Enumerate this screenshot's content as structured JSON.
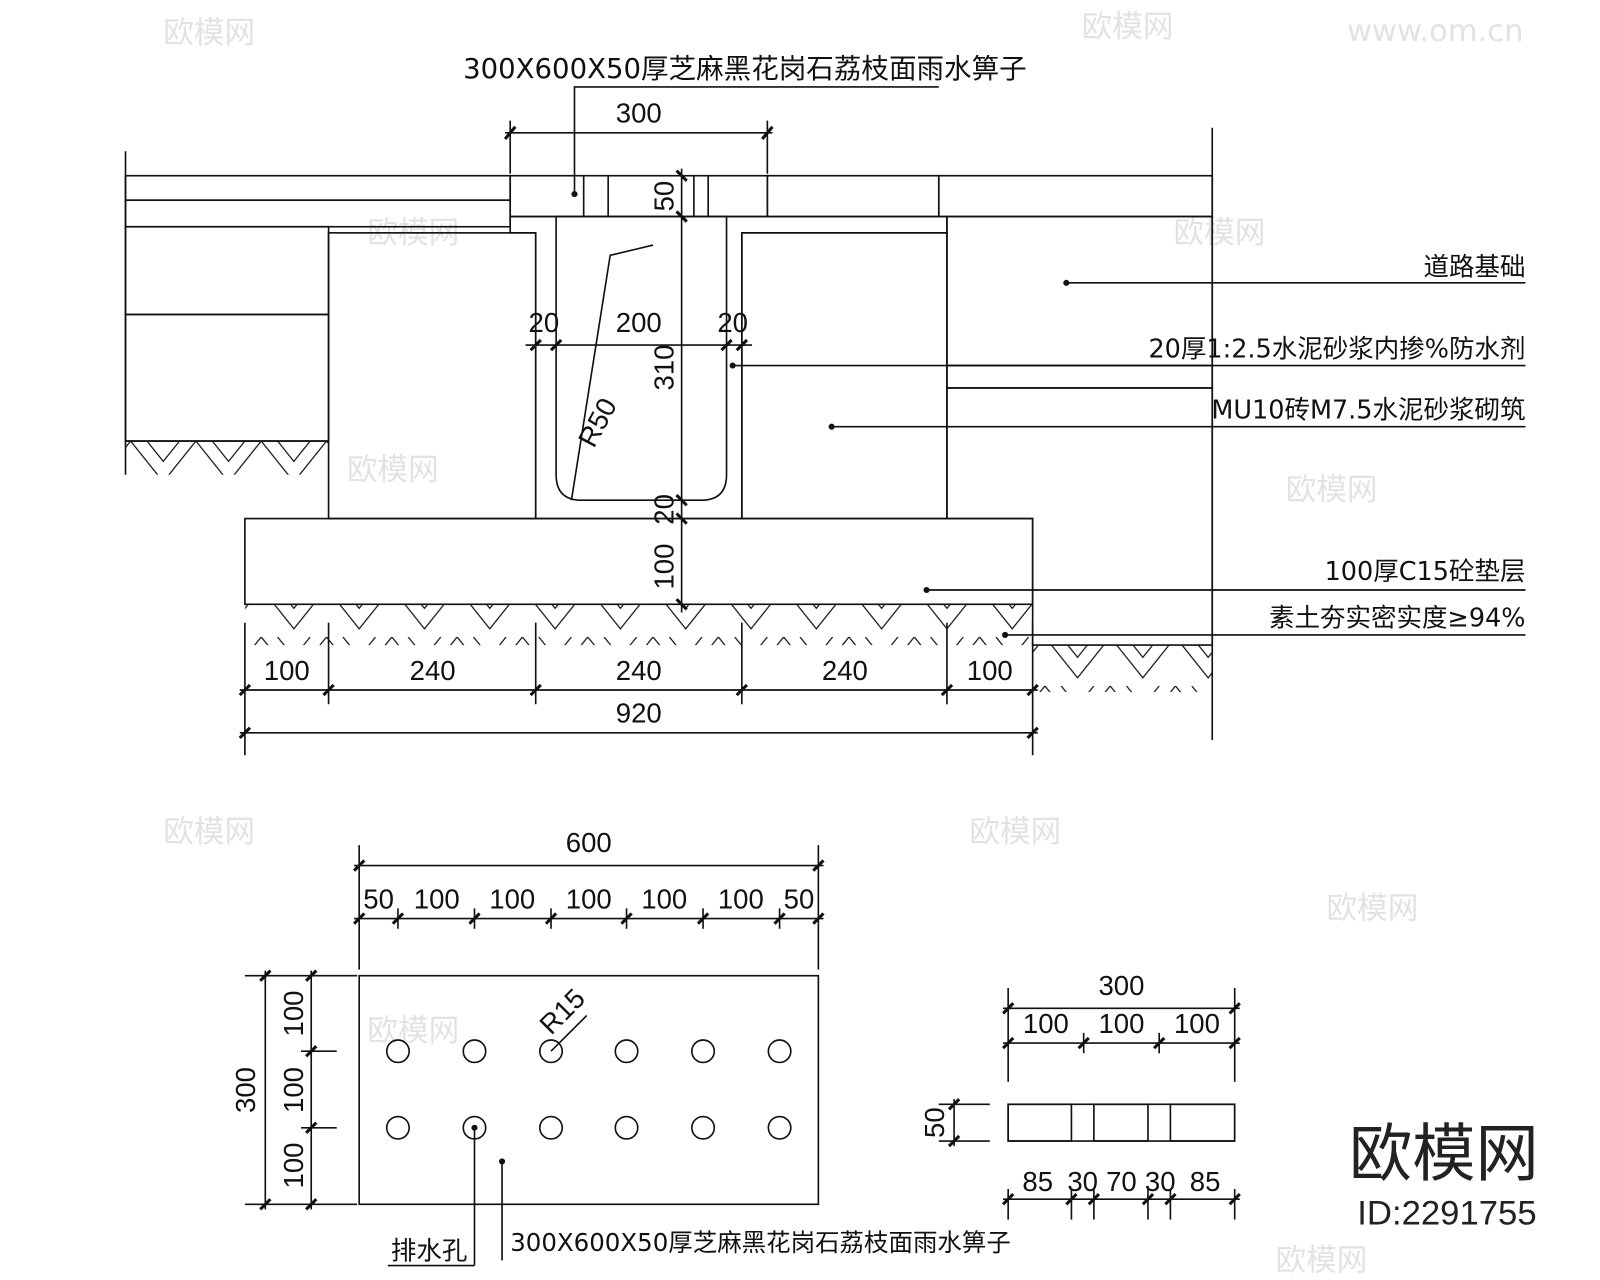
{
  "section": {
    "title": "300X600X50厚芝麻黑花岗石荔枝面雨水箅子",
    "dim_top": "300",
    "dim_wall_left": "20",
    "dim_channel": "200",
    "dim_wall_right": "20",
    "dim_grate_thk": "50",
    "dim_channel_depth": "310",
    "dim_bottom_lining": "20",
    "dim_cushion": "100",
    "radius": "R50",
    "bottom_dims": [
      "100",
      "240",
      "240",
      "240",
      "100"
    ],
    "total": "920",
    "labels": {
      "road_base": "道路基础",
      "mortar": "20厚1:2.5水泥砂浆内掺%防水剂",
      "brick": "MU10砖M7.5水泥砂浆砌筑",
      "cushion": "100厚C15砼垫层",
      "soil": "素土夯实密实度≥94%"
    }
  },
  "plan": {
    "total": "600",
    "sub_dims": [
      "50",
      "100",
      "100",
      "100",
      "100",
      "100",
      "50"
    ],
    "height": "300",
    "side_dims": [
      "100",
      "100",
      "100"
    ],
    "radius": "R15",
    "label_hole": "排水孔",
    "label_grate": "300X600X50厚芝麻黑花岗石荔枝面雨水箅子"
  },
  "grate_section": {
    "total": "300",
    "top_dims": [
      "100",
      "100",
      "100"
    ],
    "thickness": "50",
    "bottom_dims": [
      "85",
      "30",
      "70",
      "30",
      "85"
    ]
  },
  "brand": {
    "logo": "欧模网",
    "id": "ID:2291755",
    "watermark": "欧模网",
    "watermark_url": "www.om.cn"
  },
  "colors": {
    "line": "#111111",
    "background": "#ffffff",
    "watermark": "#cccccc"
  }
}
